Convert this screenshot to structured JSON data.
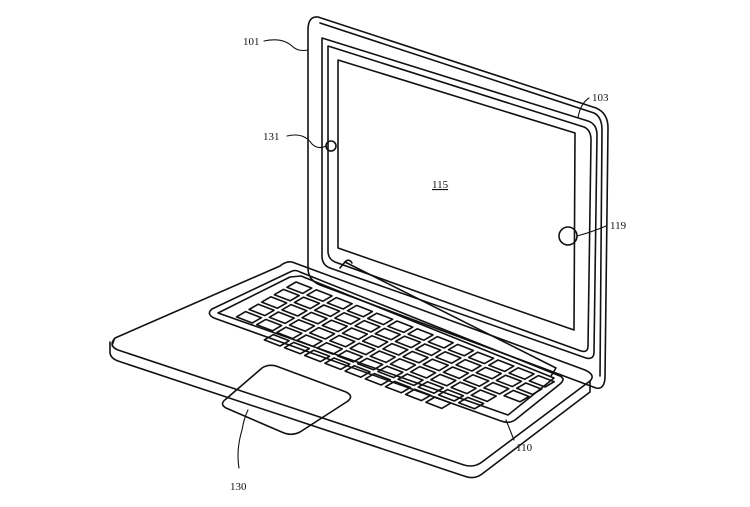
{
  "figure": {
    "type": "patent-drawing",
    "subject": "laptop computer with detachable tablet display",
    "colors": {
      "line": "#111111",
      "background": "#ffffff"
    }
  },
  "labels": {
    "housing": "101",
    "display_bezel": "103",
    "display_screen": "115",
    "home_button": "119",
    "camera": "131",
    "keyboard_base": "110",
    "trackpad": "130"
  },
  "keyboard": {
    "rows": 6,
    "keys_per_row": [
      13,
      13,
      13,
      12,
      12,
      9
    ]
  }
}
